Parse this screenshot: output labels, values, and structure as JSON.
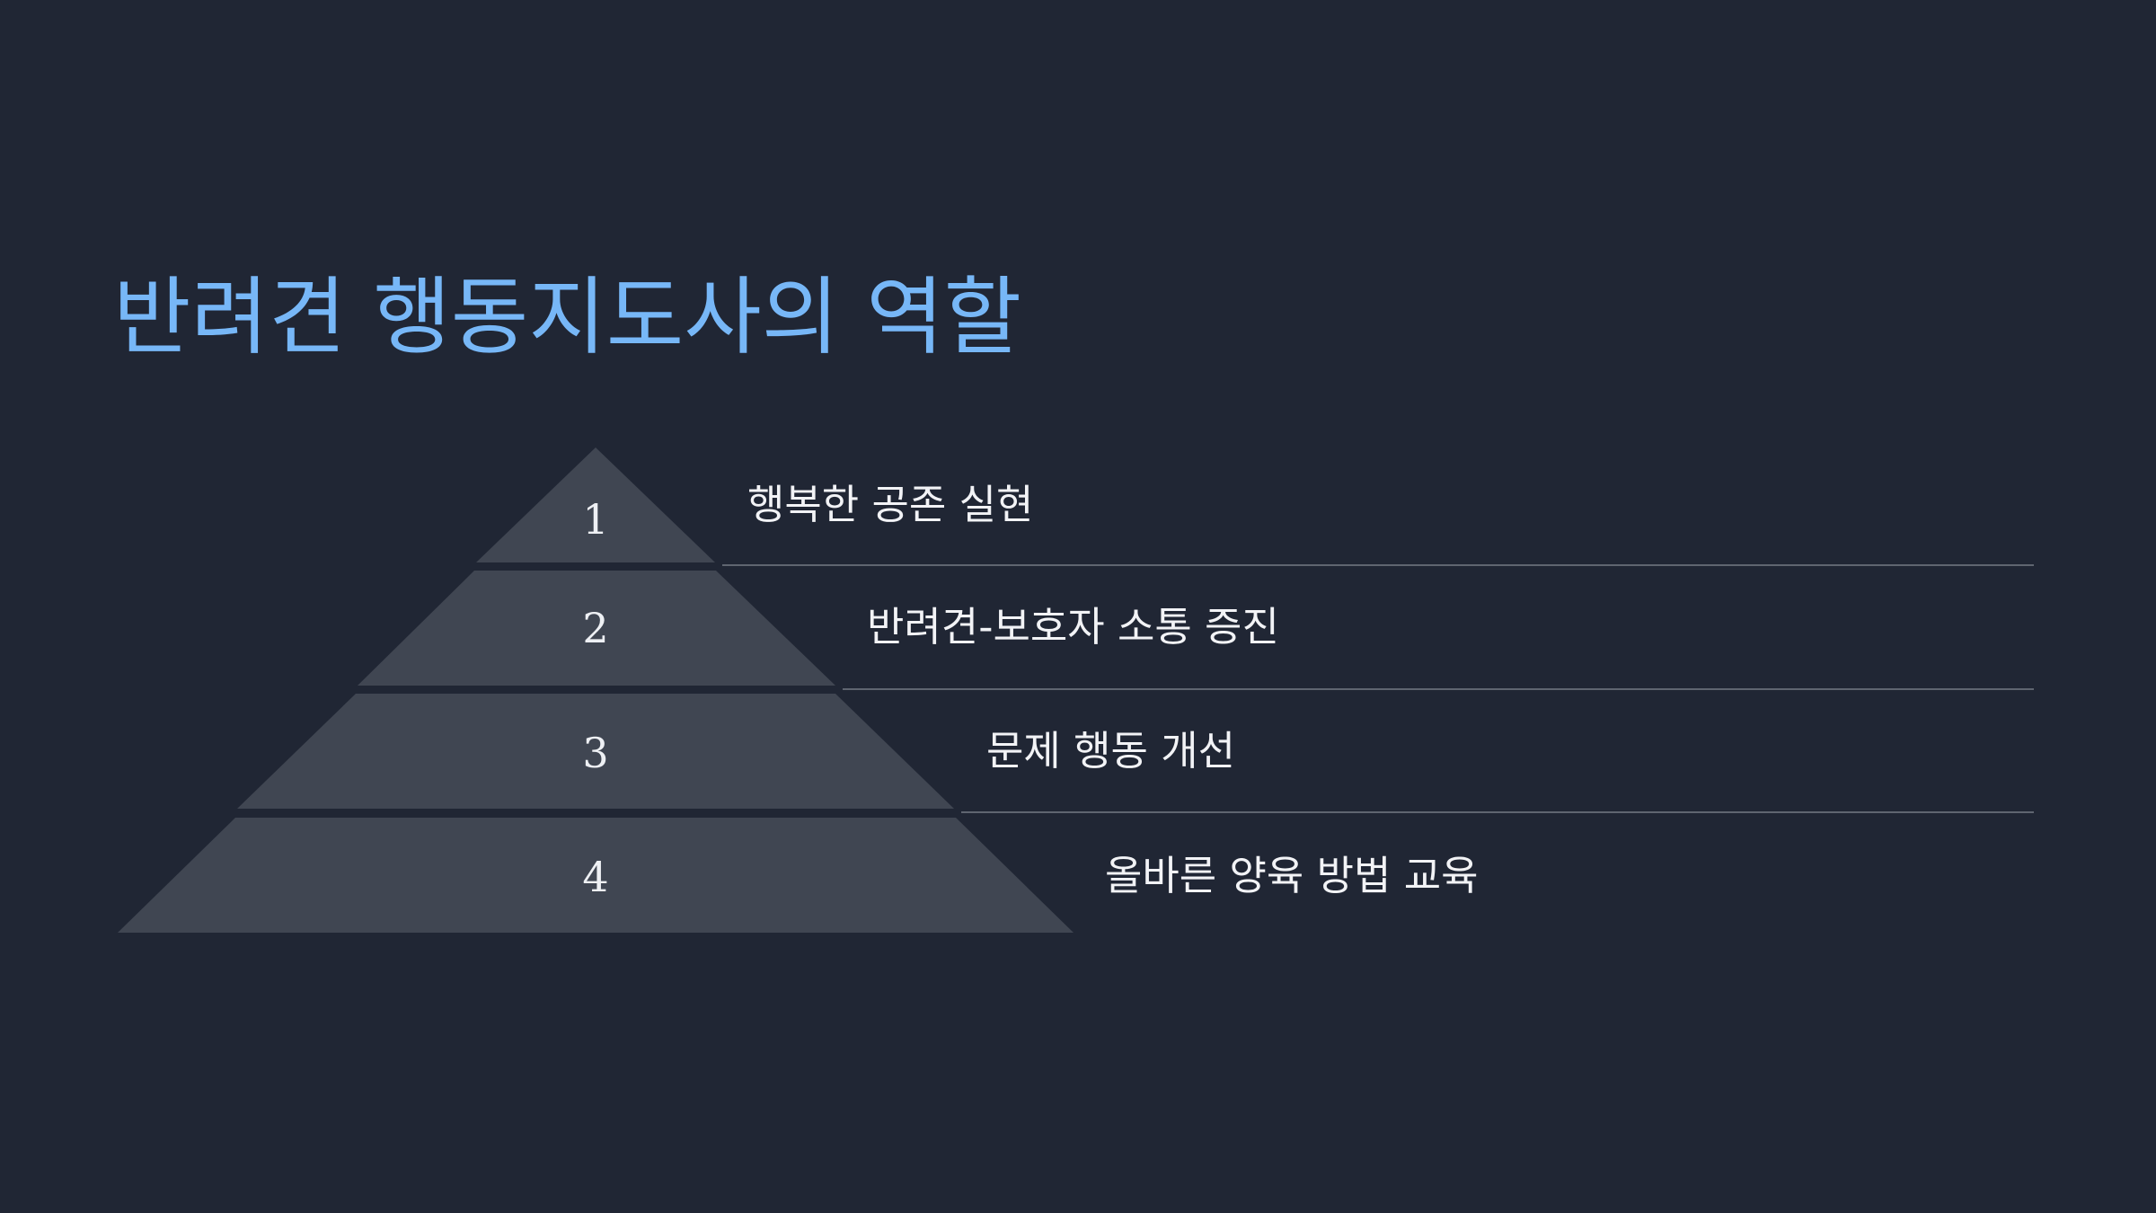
{
  "slide": {
    "title": "반려견 행동지도사의 역할"
  },
  "colors": {
    "background": "#202634",
    "title": "#77b7f7",
    "tier_fill": "#404652",
    "divider": "#5f6570",
    "text": "#f2f3f6"
  },
  "pyramid": {
    "tiers": [
      {
        "number": "1",
        "label": "행복한 공존 실현"
      },
      {
        "number": "2",
        "label": "반려견-보호자 소통 증진"
      },
      {
        "number": "3",
        "label": "문제 행동 개선"
      },
      {
        "number": "4",
        "label": "올바른 양육 방법 교육"
      }
    ]
  }
}
